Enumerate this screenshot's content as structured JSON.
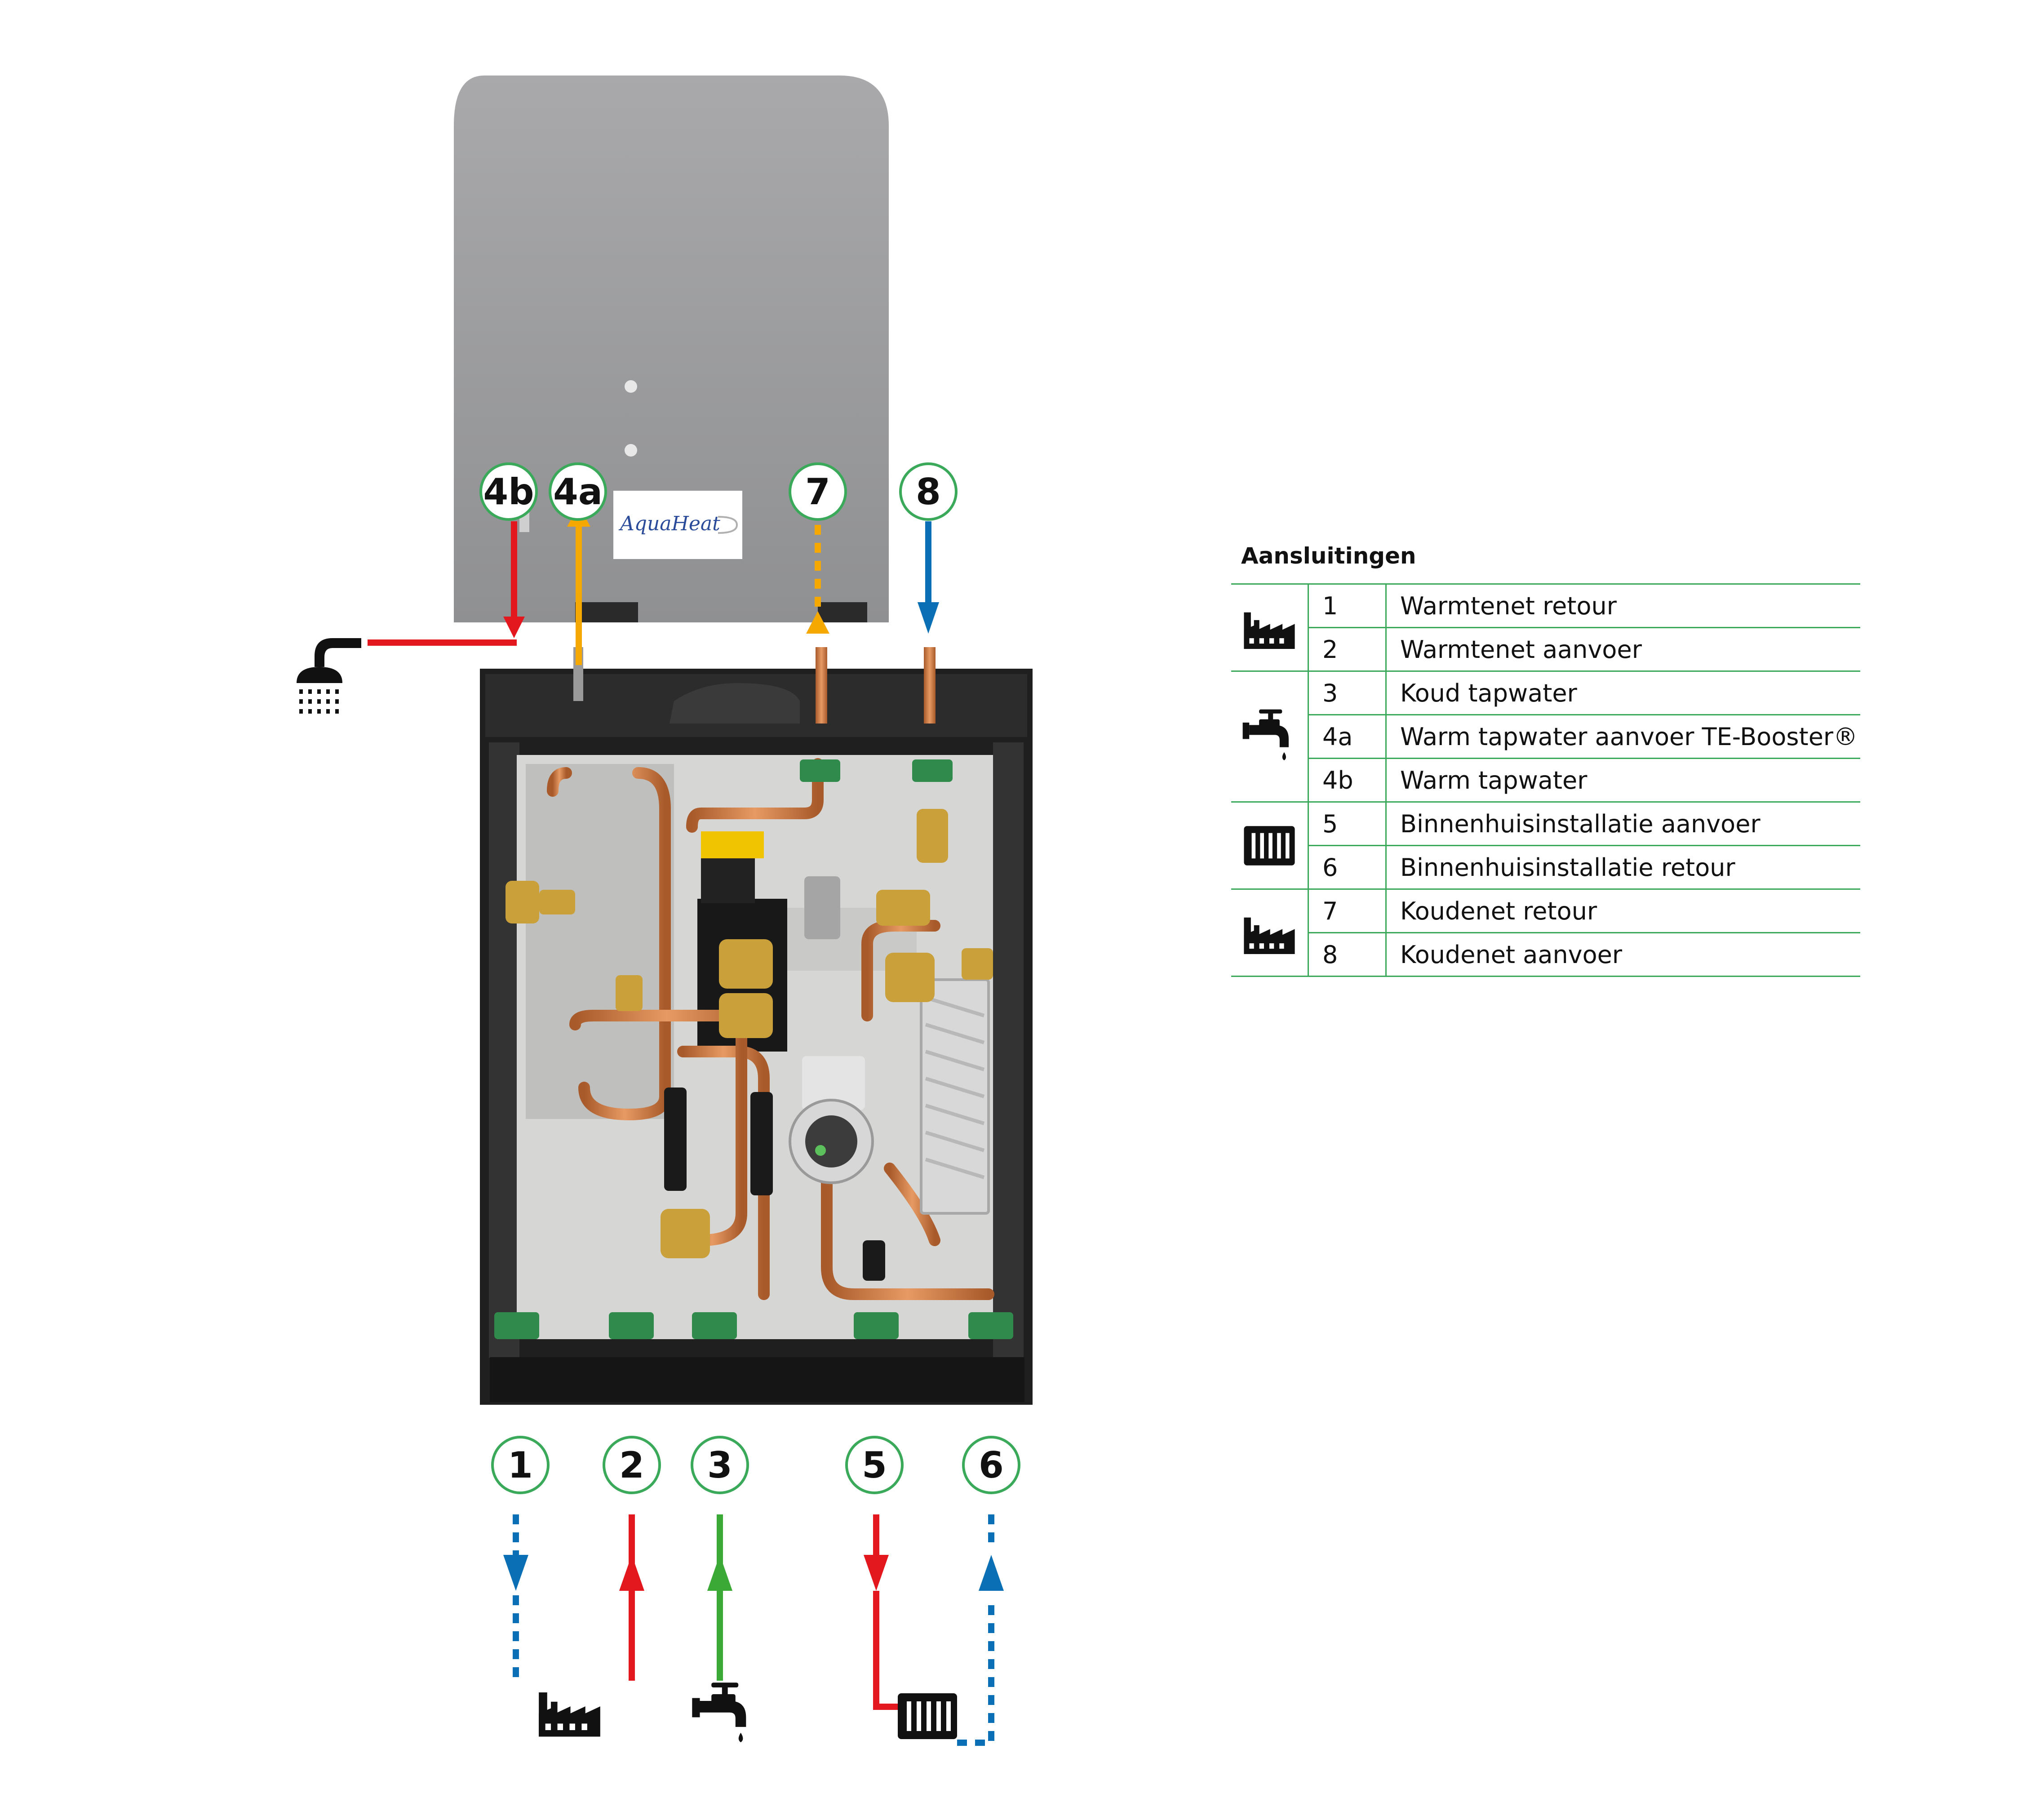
{
  "brand": {
    "logo_text": "AquaHeat"
  },
  "top_connections": [
    {
      "id": "4b",
      "color": "#e3171e",
      "direction": "down"
    },
    {
      "id": "4a",
      "color": "#f5a800",
      "direction": "up"
    },
    {
      "id": "7",
      "color": "#f5a800",
      "direction": "up",
      "dashed": true
    },
    {
      "id": "8",
      "color": "#0a6fb5",
      "direction": "down"
    }
  ],
  "bottom_connections": [
    {
      "id": "1",
      "color": "#0a6fb5",
      "direction": "down",
      "dashed": true,
      "icon": "factory-icon"
    },
    {
      "id": "2",
      "color": "#e3171e",
      "direction": "up",
      "icon": "factory-icon"
    },
    {
      "id": "3",
      "color": "#3aa935",
      "direction": "up",
      "icon": "tap-icon"
    },
    {
      "id": "5",
      "color": "#e3171e",
      "direction": "down",
      "icon": "radiator-icon"
    },
    {
      "id": "6",
      "color": "#0a6fb5",
      "direction": "up",
      "dashed": true,
      "icon": "radiator-icon"
    }
  ],
  "legend": {
    "title": "Aansluitingen",
    "rows": [
      {
        "no": "1",
        "label": "Warmtenet retour",
        "icon": "factory-icon"
      },
      {
        "no": "2",
        "label": "Warmtenet aanvoer",
        "icon": "factory-icon"
      },
      {
        "no": "3",
        "label": "Koud tapwater",
        "icon": "tap-icon"
      },
      {
        "no": "4a",
        "label": "Warm tapwater aanvoer TE-Booster®",
        "icon": "tap-icon"
      },
      {
        "no": "4b",
        "label": "Warm tapwater",
        "icon": "tap-icon"
      },
      {
        "no": "5",
        "label": "Binnenhuisinstallatie aanvoer",
        "icon": "radiator-icon"
      },
      {
        "no": "6",
        "label": "Binnenhuisinstallatie retour",
        "icon": "radiator-icon"
      },
      {
        "no": "7",
        "label": "Koudenet retour",
        "icon": "factory-icon"
      },
      {
        "no": "8",
        "label": "Koudenet aanvoer",
        "icon": "factory-icon"
      }
    ]
  },
  "colors": {
    "accent_green": "#3aa95a",
    "hot_red": "#e3171e",
    "warm_yellow": "#f5a800",
    "cold_blue": "#0a6fb5",
    "cold_green": "#3aa935",
    "copper": "#c8743f"
  }
}
